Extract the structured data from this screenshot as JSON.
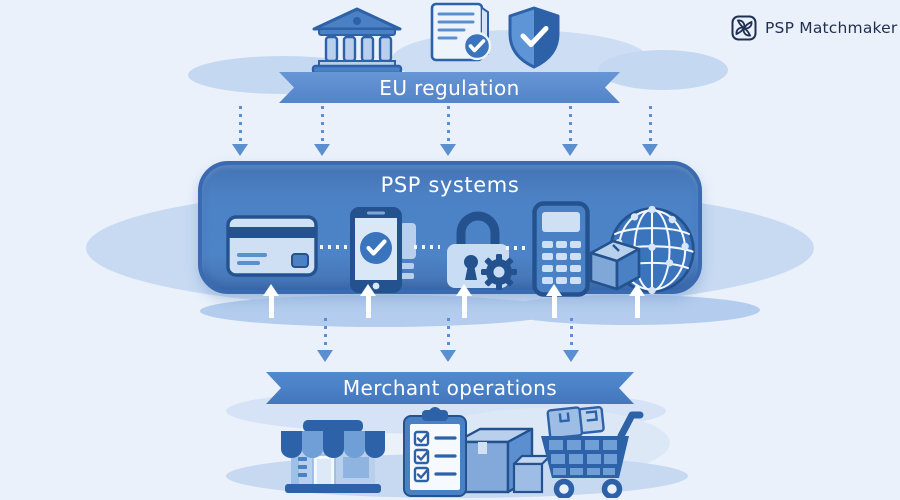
{
  "logo": {
    "brand": "PSP Matchmaker",
    "icon": "pinwheel-icon"
  },
  "flow": {
    "regulation": {
      "label": "EU regulation",
      "icons": [
        "bank-icon",
        "document-check-icon",
        "shield-check-icon"
      ]
    },
    "psp": {
      "title": "PSP systems",
      "icons": [
        "credit-card-icon",
        "mobile-payment-icon",
        "lock-gear-icon",
        "pos-terminal-icon",
        "package-icon",
        "global-network-icon"
      ]
    },
    "merchant": {
      "label": "Merchant operations",
      "icons": [
        "storefront-icon",
        "checklist-icon",
        "packages-icon",
        "shopping-cart-icon"
      ]
    }
  },
  "colors": {
    "background": "#eaf1fb",
    "panel_blue": "#4c82c5",
    "ribbon_blue": "#5d8fd0",
    "dark_blue": "#2e62a8",
    "light_blue": "#c9dcf3",
    "arrow_white": "#ffffff",
    "logo_text": "#1f2f52"
  }
}
